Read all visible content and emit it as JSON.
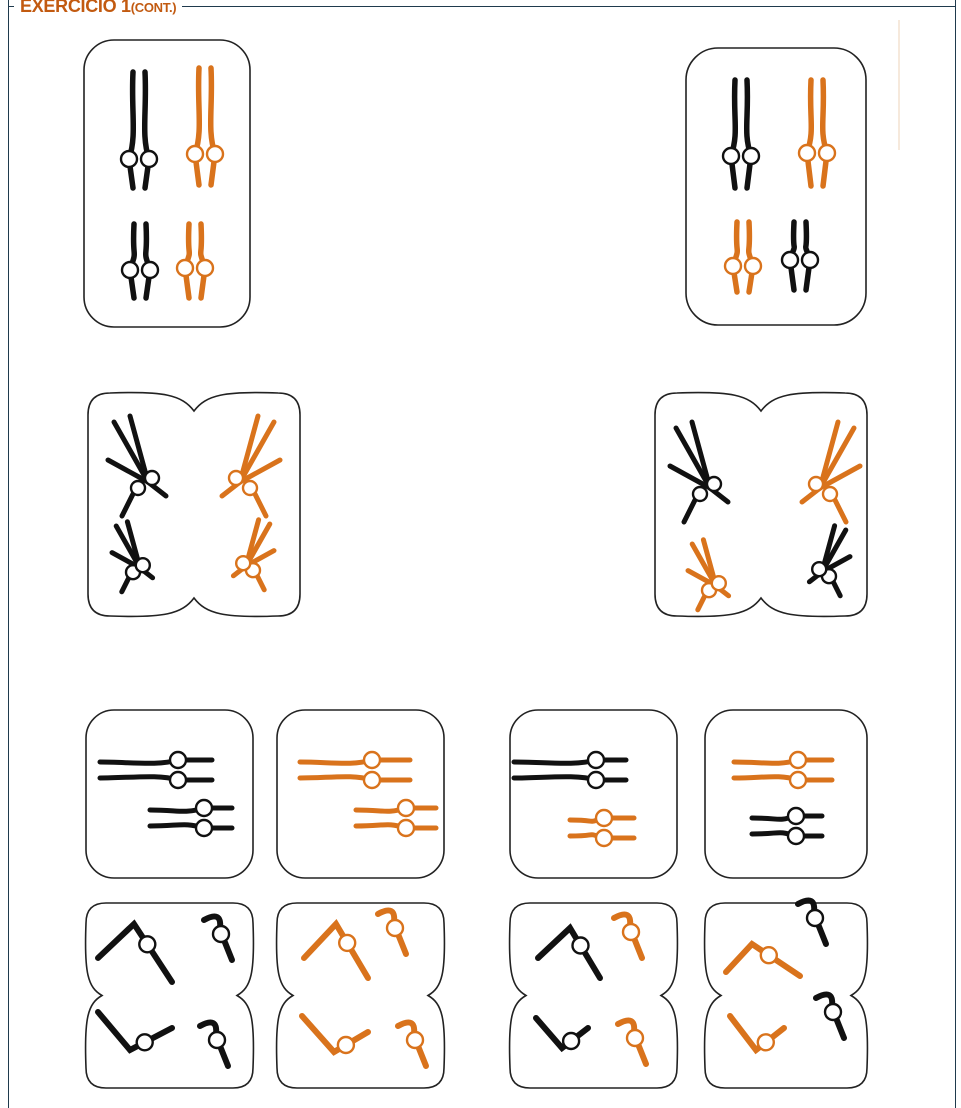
{
  "header": {
    "title_prefix": "Exercício 1",
    "title_suffix": "(cont.)"
  },
  "colors": {
    "frame": "#1f3a4d",
    "title": "#c25a10",
    "chromosome_dark": "#111111",
    "chromosome_orange": "#d9731c",
    "cell_outline": "#222222"
  },
  "diagram": {
    "stages": [
      "cell-pair-row-1",
      "dividing-cells-row-2",
      "daughter-cells-row-3",
      "dividing-daughter-cells-row-4"
    ]
  }
}
